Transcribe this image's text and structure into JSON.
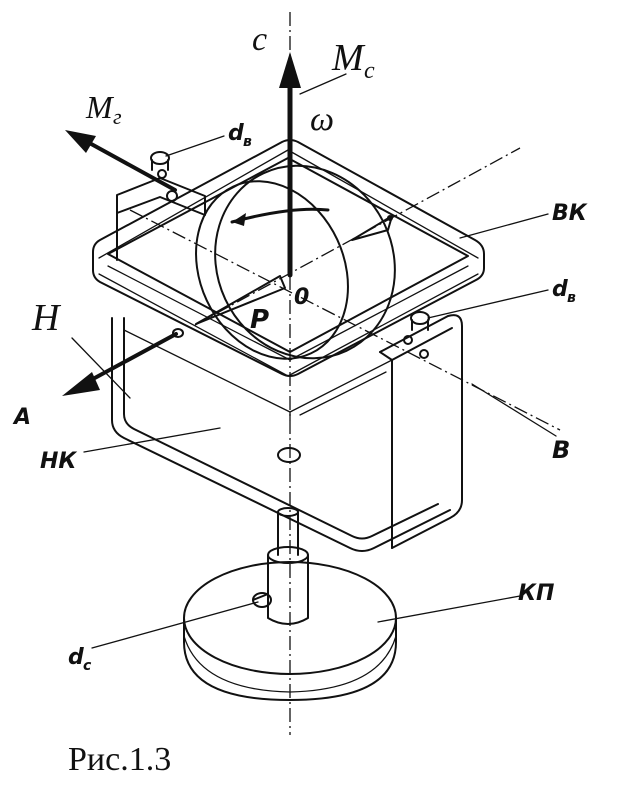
{
  "figure": {
    "labels": {
      "c": "c",
      "Mc": "M",
      "Mc_sub": "c",
      "omega": "ω",
      "Mg": "M",
      "Mg_sub": "г",
      "dv_top": "d",
      "dv_top_sub": "в",
      "VK": "ВК",
      "dv_right": "d",
      "dv_right_sub": "в",
      "O": "0",
      "P": "P",
      "H": "H",
      "A": "A",
      "B": "В",
      "NK": "НК",
      "KP": "КП",
      "dc": "d",
      "dc_sub": "c"
    },
    "caption": "Рис.1.3"
  }
}
